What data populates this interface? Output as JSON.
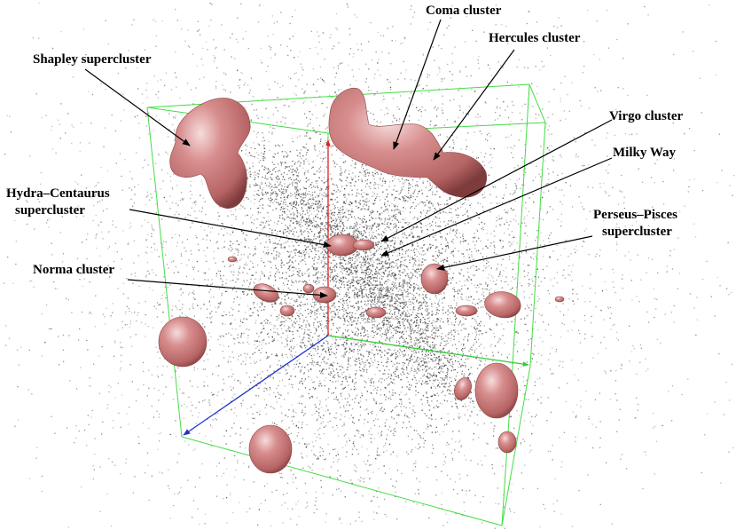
{
  "labels": {
    "coma": "Coma cluster",
    "hercules": "Hercules cluster",
    "shapley": "Shapley supercluster",
    "virgo": "Virgo cluster",
    "milky_way": "Milky Way",
    "hydra_line1": "Hydra–Centaurus",
    "hydra_line2": "supercluster",
    "perseus_line1": "Perseus–Pisces",
    "perseus_line2": "supercluster",
    "norma": "Norma cluster"
  },
  "colors": {
    "background": "#ffffff",
    "galaxies": "#3a3a3a",
    "cube_edges": "#44dd44",
    "axis_vertical": "#dd2222",
    "axis_depth": "#2233cc",
    "axis_horizontal": "#33cc33",
    "cluster_fill": "#c77575",
    "cluster_highlight": "#f6dcdc",
    "cluster_shadow": "#7d3b3b",
    "leader_lines": "#000000"
  }
}
